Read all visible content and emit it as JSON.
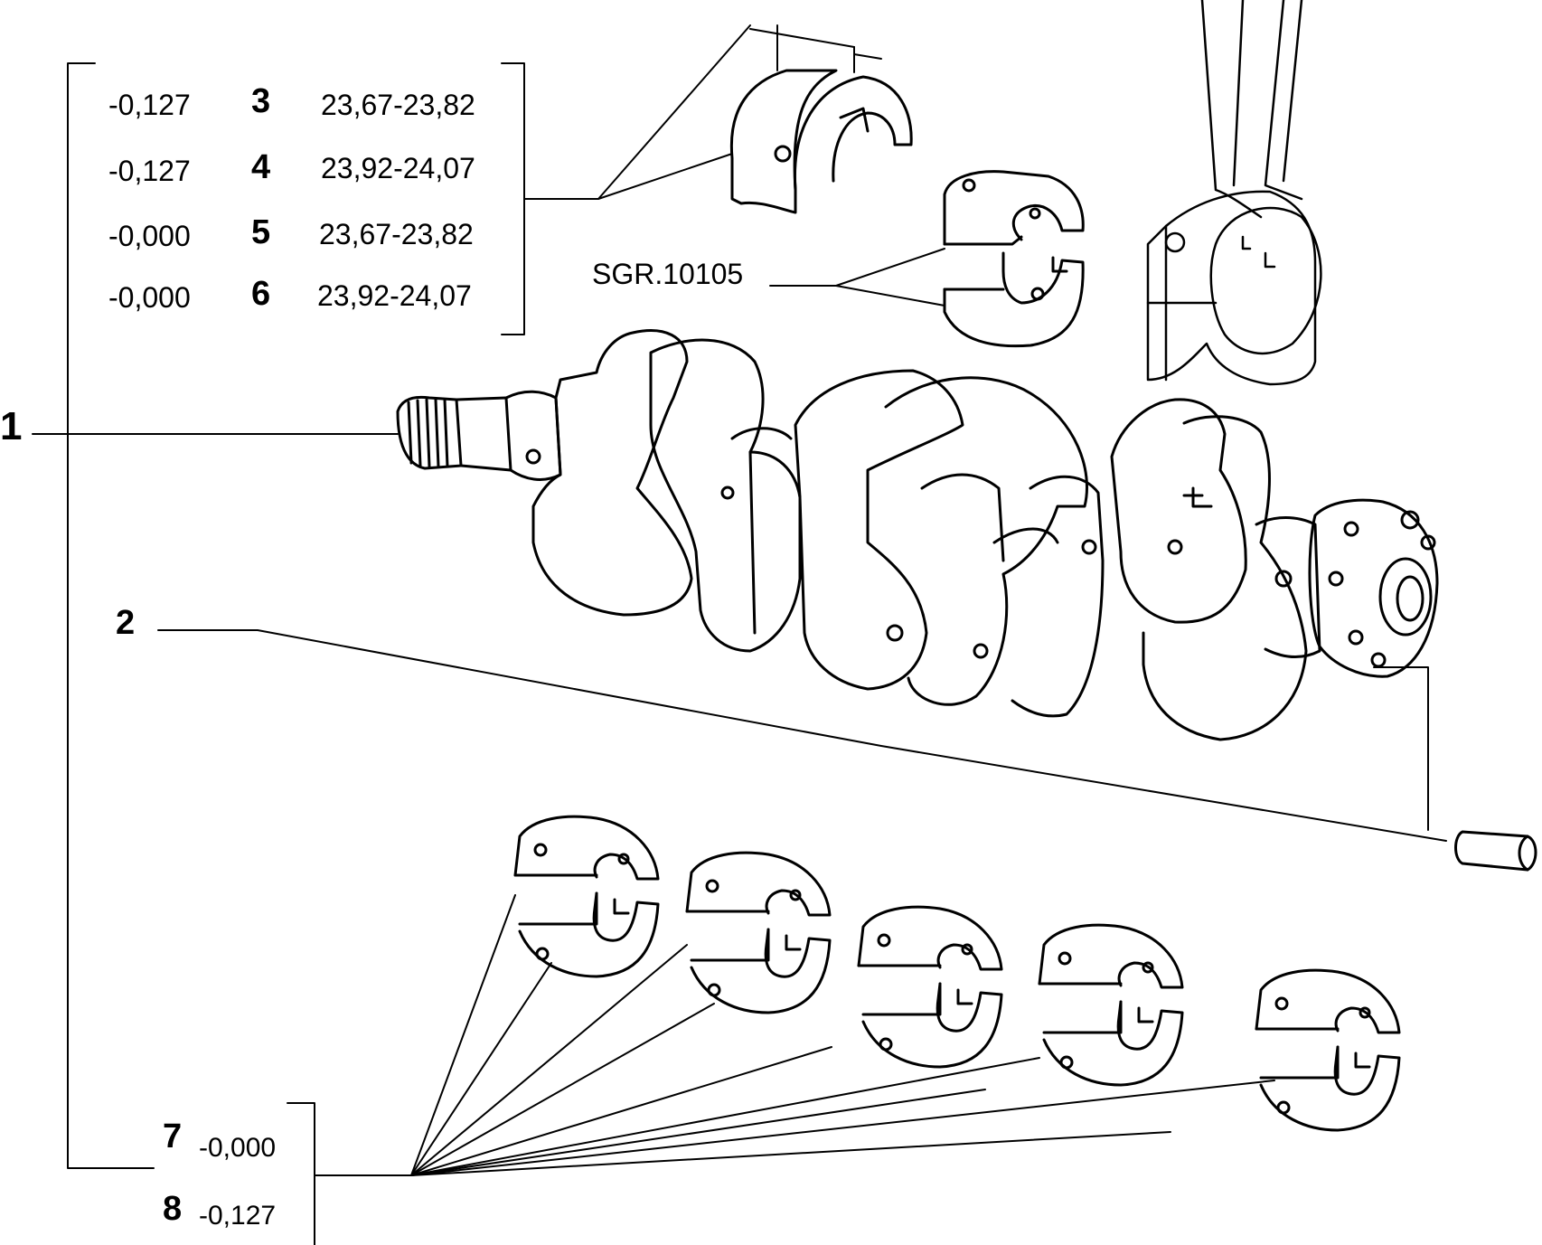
{
  "refs": {
    "crankshaft": "1",
    "pin": "2",
    "lower_bearing_std": "7",
    "lower_bearing_undersize": "8"
  },
  "upper_table": [
    {
      "offset": "-0,127",
      "ref": "3",
      "range": "23,67-23,82"
    },
    {
      "offset": "-0,127",
      "ref": "4",
      "range": "23,92-24,07"
    },
    {
      "offset": "-0,000",
      "ref": "5",
      "range": "23,67-23,82"
    },
    {
      "offset": "-0,000",
      "ref": "6",
      "range": "23,92-24,07"
    }
  ],
  "lower_table": [
    {
      "ref": "7",
      "offset": "-0,000"
    },
    {
      "ref": "8",
      "offset": "-0,127"
    }
  ],
  "group_ref": "SGR.10105",
  "colors": {
    "line": "#000000",
    "background": "#ffffff"
  }
}
